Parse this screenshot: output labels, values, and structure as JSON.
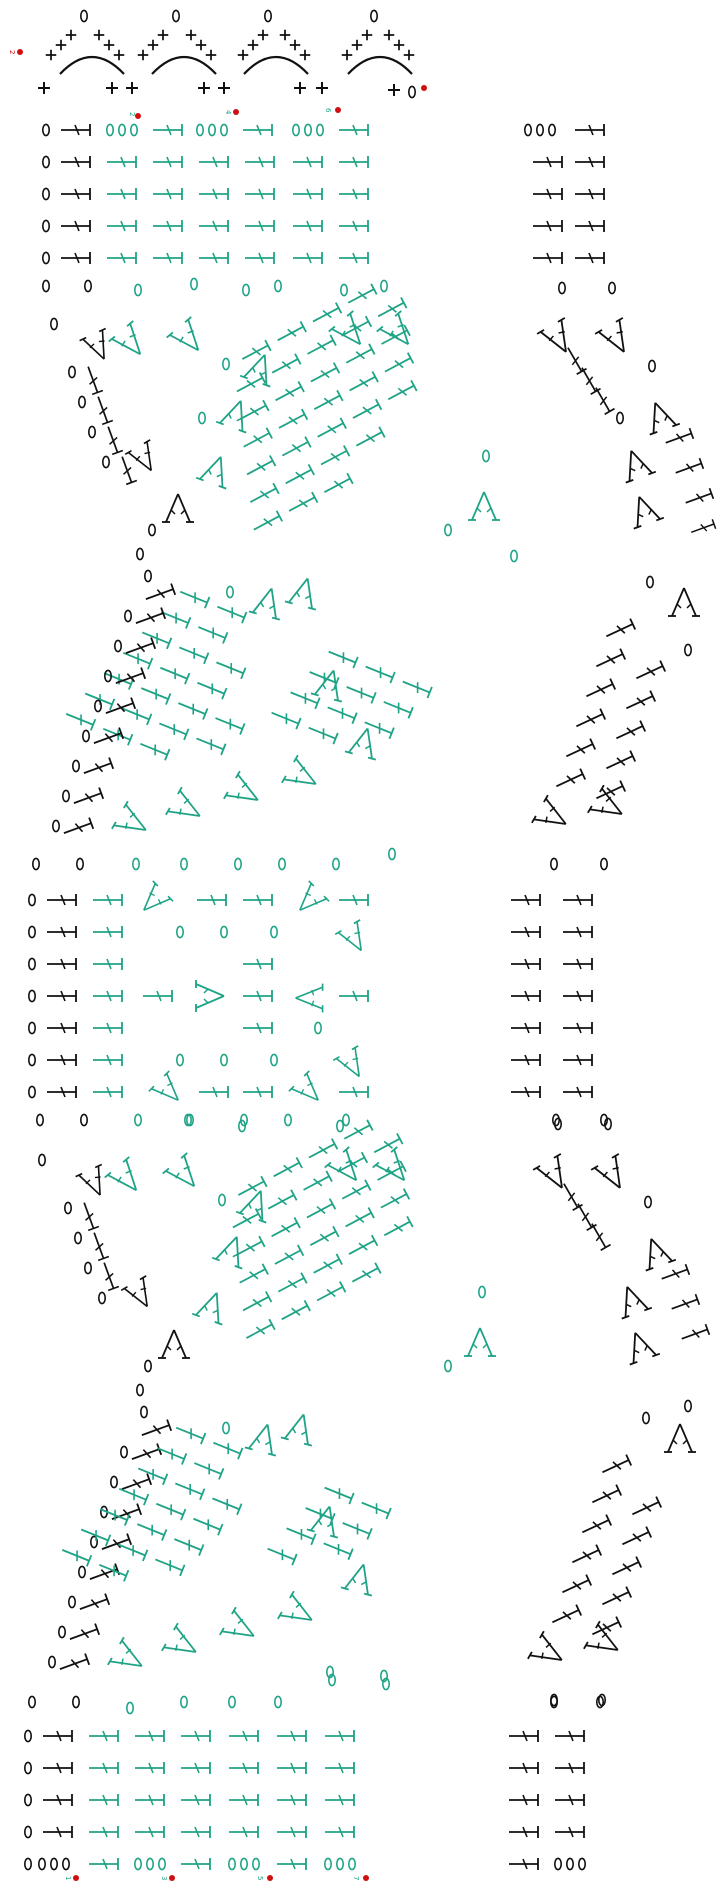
{
  "chart": {
    "colors": {
      "accent": "#1fa386",
      "ink": "#111111",
      "marker": "#d01010",
      "background": "#ffffff"
    },
    "symbols": {
      "chain": "chain-stitch-oval",
      "single_crochet": "plus-sign",
      "double_crochet": "t-with-slash",
      "increase": "v-fan",
      "decrease": "a-fan",
      "start_marker": "red-dot"
    },
    "top_row_numbers": [
      "2",
      "4",
      "6"
    ],
    "bottom_row_numbers": [
      "1",
      "3",
      "5",
      "7"
    ],
    "header_scallop_number": "2"
  }
}
